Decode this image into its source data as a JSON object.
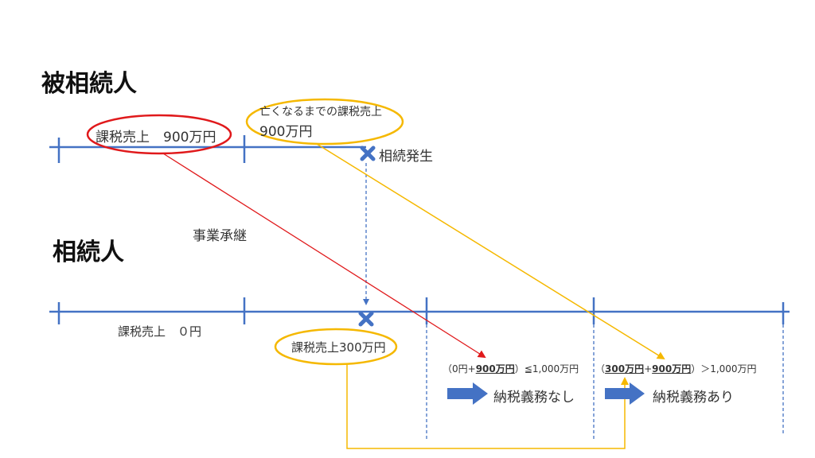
{
  "headings": {
    "decedent": "被相続人",
    "heir": "相続人"
  },
  "decedent_timeline": {
    "taxable_sales_label": "課税売上　900万円",
    "sales_until_death_label": "亡くなるまでの課税売上",
    "sales_until_death_value": "900万円",
    "inheritance_event": "相続発生"
  },
  "business_succession": "事業承継",
  "heir_timeline": {
    "taxable_sales_zero": "課税売上　０円",
    "taxable_sales_300": "課税売上300万円"
  },
  "comparison_1": {
    "open": "（0円+",
    "bold": "900万円",
    "rest": "）≦1,000万円"
  },
  "comparison_2": {
    "open": "（",
    "bold_a": "300万円",
    "plus": "+",
    "bold_b": "900万円",
    "rest": "）＞1,000万円"
  },
  "result_1": "納税義務なし",
  "result_2": "納税義務あり",
  "colors": {
    "timeline": "#4472c4",
    "red": "#e0191b",
    "gold": "#f5b800",
    "arrow_fill": "#4472c4"
  }
}
